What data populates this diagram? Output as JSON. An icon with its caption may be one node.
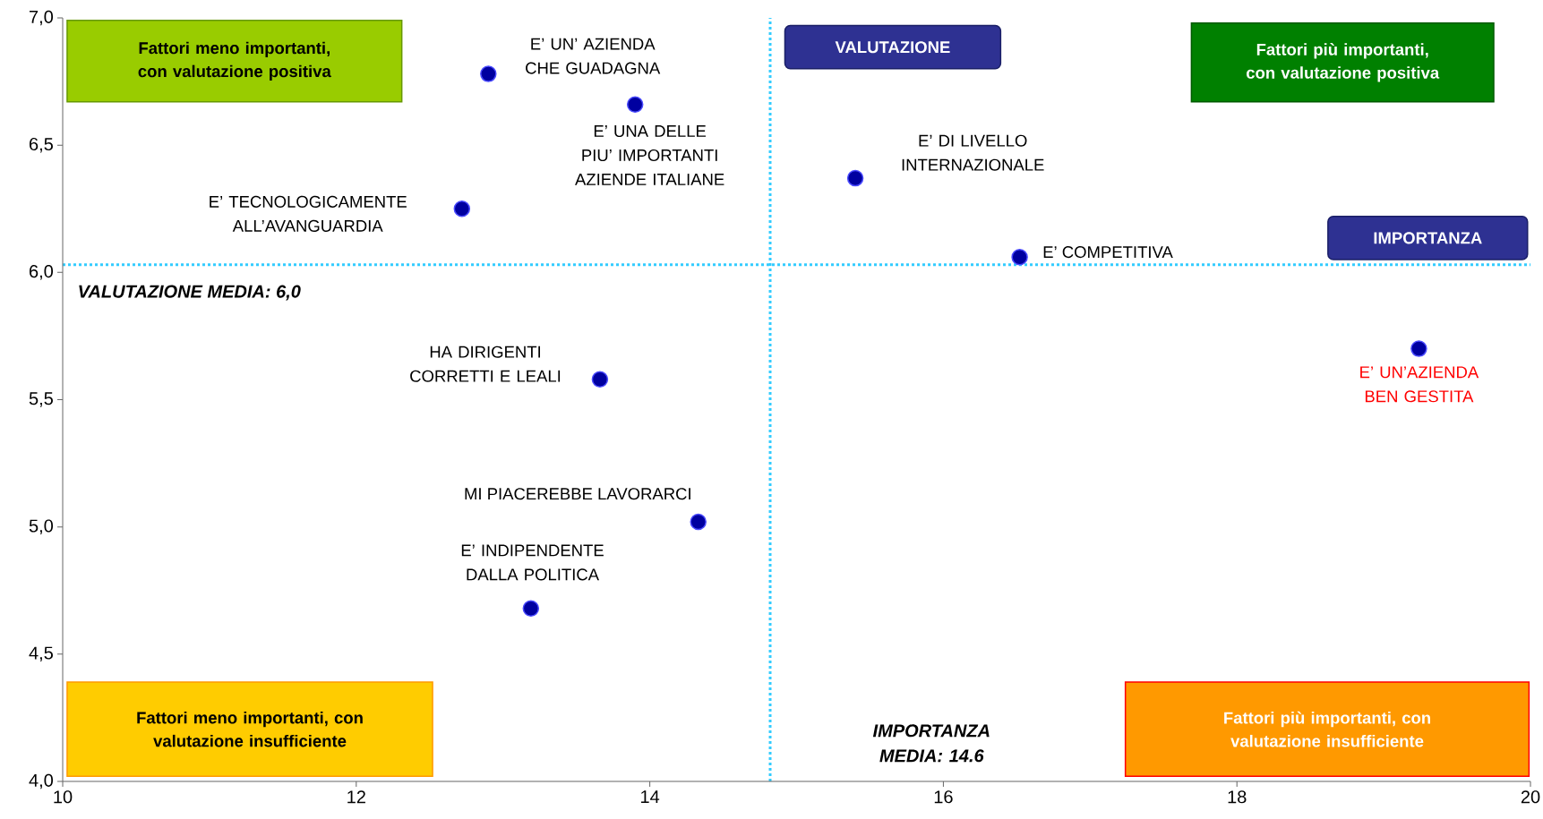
{
  "diagram": {
    "nodes": [
      {
        "text": [
          "Fattori meno importanti, con valutazione positiva"
        ]
      },
      {
        "text": [
          "VALUTAZIONE"
        ]
      },
      {
        "text": [
          "Fattori più importanti, con valutazione positiva"
        ]
      },
      {
        "text": [
          "IMPORTANZA"
        ]
      },
      {
        "text": [
          "Fattori meno importanti, con valutazione insufficiente"
        ]
      },
      {
        "text": [
          "Fattori più importanti, con valutazione insufficiente"
        ]
      }
    ],
    "labels": [
      "VALUTAZIONE MEDIA: 6,0",
      "IMPORTANZA MEDIA: 14.6"
    ],
    "chart_data": {
      "type": "scatter",
      "xlim": [
        10,
        20
      ],
      "ylim": [
        4,
        7
      ],
      "xticks": [
        10,
        12,
        14,
        16,
        18,
        20
      ],
      "yticks": [
        {
          "value": 4,
          "label": "4,0"
        },
        {
          "value": 4.5,
          "label": "4,5"
        },
        {
          "value": 5,
          "label": "5,0"
        },
        {
          "value": 5.5,
          "label": "5,5"
        },
        {
          "value": 6,
          "label": "6,0"
        },
        {
          "value": 6.5,
          "label": "6,5"
        },
        {
          "value": 7,
          "label": "7,0"
        }
      ],
      "series": [
        {
          "color": "#0000a0",
          "x": [
            12.9,
            13.9,
            12.72,
            15.4,
            16.52,
            19.24,
            13.66,
            14.33,
            13.19
          ],
          "values": [
            6.78,
            6.66,
            6.25,
            6.37,
            6.06,
            5.7,
            5.58,
            5.02,
            4.68
          ]
        }
      ],
      "annotations": [
        "E’ UN’ AZIENDA CHE GUADAGNA",
        "E’ UNA DELLE PIU’ IMPORTANTI AZIENDE ITALIANE",
        "E’ TECNOLOGICAMENTE ALL’AVANGUARDIA",
        "E’ DI LIVELLO INTERNAZIONALE",
        "E’ COMPETITIVA",
        "E’ UN’AZIENDA BEN GESTITA",
        "HA DIRIGENTI CORRETTI E LEALI",
        "MI PIACEREBBE LAVORARCI",
        "E’ INDIPENDENTE DALLA POLITICA"
      ],
      "ref_lines": [
        {
          "axis": "x",
          "value": 14.82,
          "color": "#33ccff"
        },
        {
          "axis": "y",
          "value": 6.03,
          "color": "#33ccff"
        }
      ]
    }
  }
}
